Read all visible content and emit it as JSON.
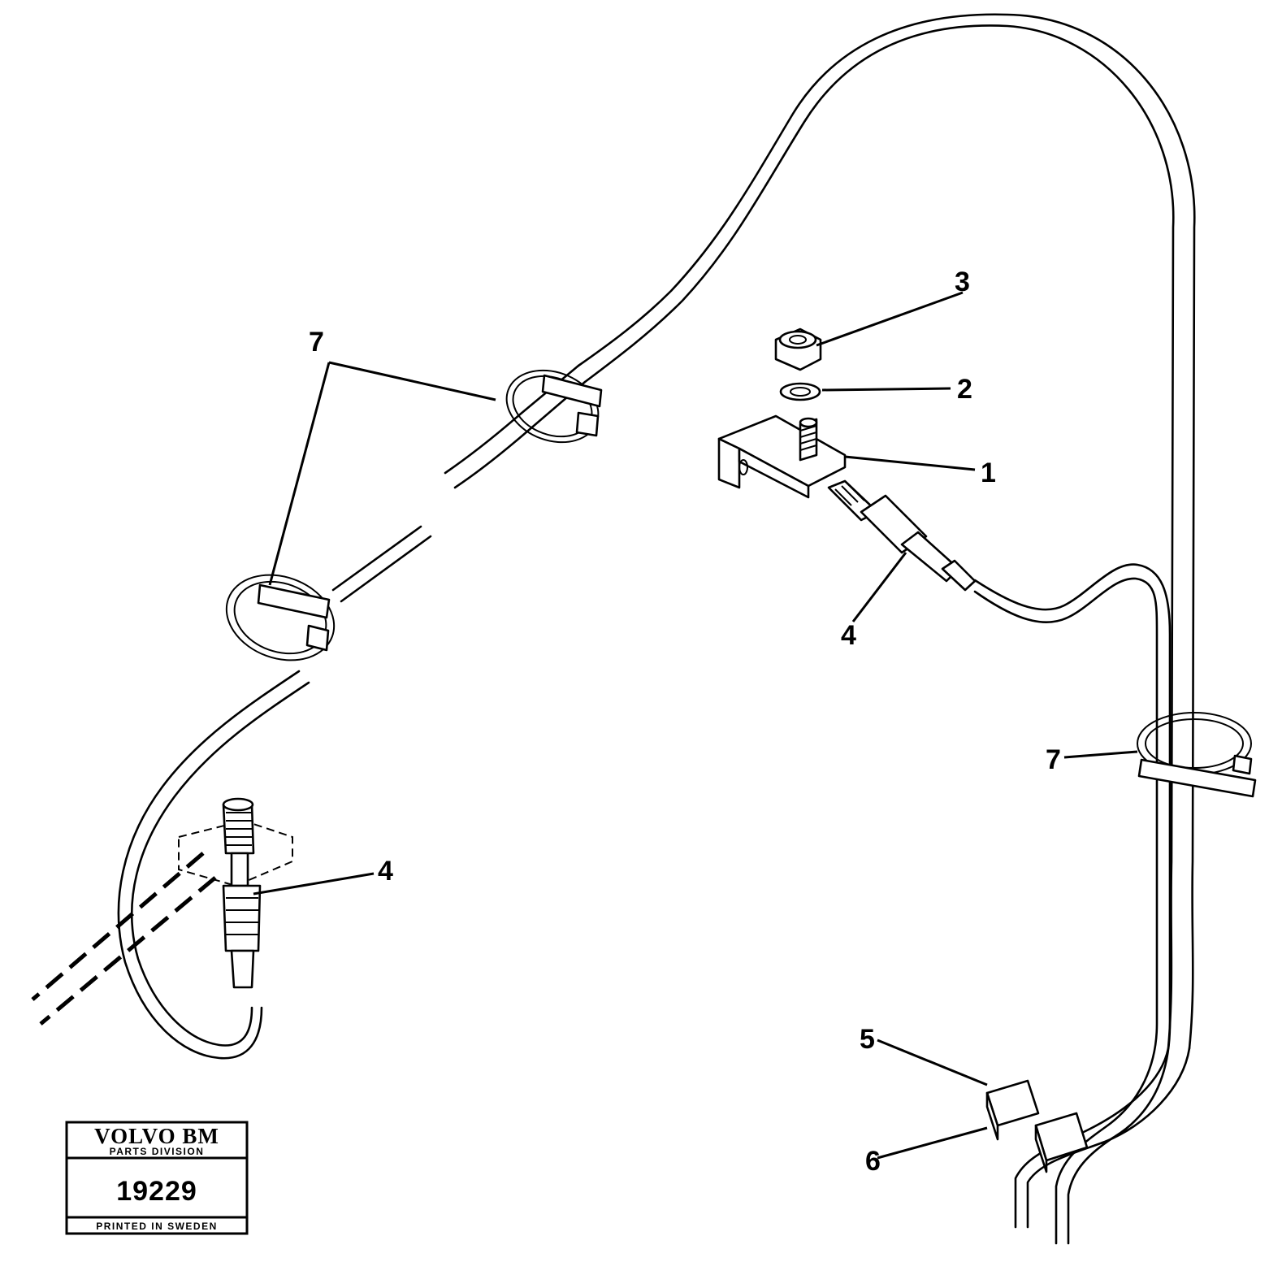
{
  "callouts": {
    "c1": "1",
    "c2": "2",
    "c3": "3",
    "c4a": "4",
    "c4b": "4",
    "c5": "5",
    "c6": "6",
    "c7a": "7",
    "c7b": "7"
  },
  "stamp": {
    "brand": "VOLVO BM",
    "division": "PARTS DIVISION",
    "number": "19229",
    "printed": "PRINTED IN SWEDEN"
  }
}
